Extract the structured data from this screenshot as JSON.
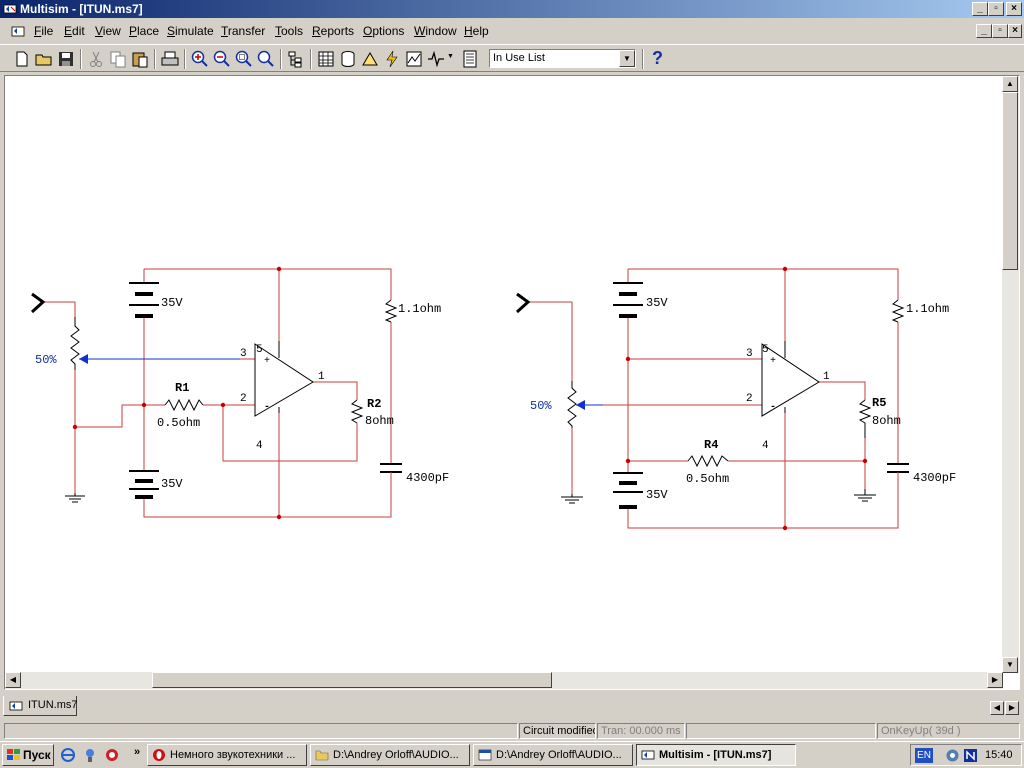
{
  "window": {
    "title": "Multisim - [ITUN.ms7]"
  },
  "menu": [
    "File",
    "Edit",
    "View",
    "Place",
    "Simulate",
    "Transfer",
    "Tools",
    "Reports",
    "Options",
    "Window",
    "Help"
  ],
  "toolbar": {
    "component_list": "In Use List",
    "help_glyph": "?"
  },
  "schematic": {
    "left": {
      "battery_top": "35V",
      "battery_bottom": "35V",
      "pot": "50%",
      "r_feedback_value": "1.1ohm",
      "r1_name": "R1",
      "r1_value": "0.5ohm",
      "r2_name": "R2",
      "r2_value": "8ohm",
      "cap_value": "4300pF",
      "pin3": "3",
      "pin2": "2",
      "pin5": "5",
      "pin1": "1",
      "pin4": "4"
    },
    "right": {
      "battery_top": "35V",
      "battery_bottom": "35V",
      "pot": "50%",
      "r_feedback_value": "1.1ohm",
      "r4_name": "R4",
      "r4_value": "0.5ohm",
      "r5_name": "R5",
      "r5_value": "8ohm",
      "cap_value": "4300pF",
      "pin3": "3",
      "pin2": "2",
      "pin5": "5",
      "pin1": "1",
      "pin4": "4"
    }
  },
  "tabs": [
    {
      "label": "ITUN.ms7"
    }
  ],
  "status": {
    "modified": "Circuit modified",
    "tran": "Tran: 00.000 ms",
    "event": "OnKeyUp( 39d )"
  },
  "taskbar": {
    "start": "Пуск",
    "tasks": [
      "Немного звукотехники ...",
      "D:\\Andrey Orloff\\AUDIO...",
      "D:\\Andrey Orloff\\AUDIO...",
      "Multisim - [ITUN.ms7]"
    ],
    "lang": "EN",
    "clock": "15:40"
  }
}
